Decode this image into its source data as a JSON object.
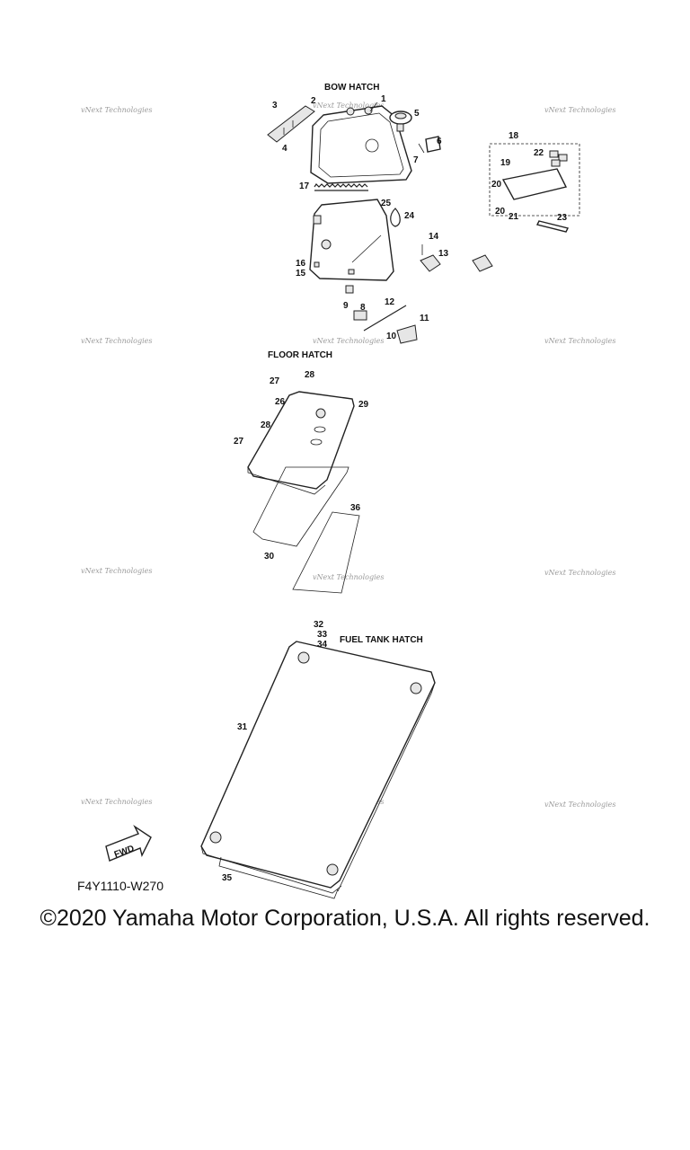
{
  "sections": {
    "bow_hatch": "BOW HATCH",
    "floor_hatch": "FLOOR HATCH",
    "fuel_tank_hatch": "FUEL TANK HATCH"
  },
  "part_numbers": [
    "1",
    "2",
    "3",
    "4",
    "5",
    "6",
    "7",
    "8",
    "9",
    "10",
    "11",
    "12",
    "13",
    "14",
    "15",
    "16",
    "17",
    "18",
    "19",
    "20",
    "20",
    "21",
    "22",
    "23",
    "24",
    "25",
    "26",
    "27",
    "27",
    "28",
    "28",
    "29",
    "30",
    "31",
    "32",
    "33",
    "34",
    "35",
    "36"
  ],
  "watermark": "vNext Technologies",
  "fwd_label": "FWD",
  "diagram_code": "F4Y1110-W270",
  "copyright": "©2020 Yamaha Motor Corporation, U.S.A. All rights reserved."
}
